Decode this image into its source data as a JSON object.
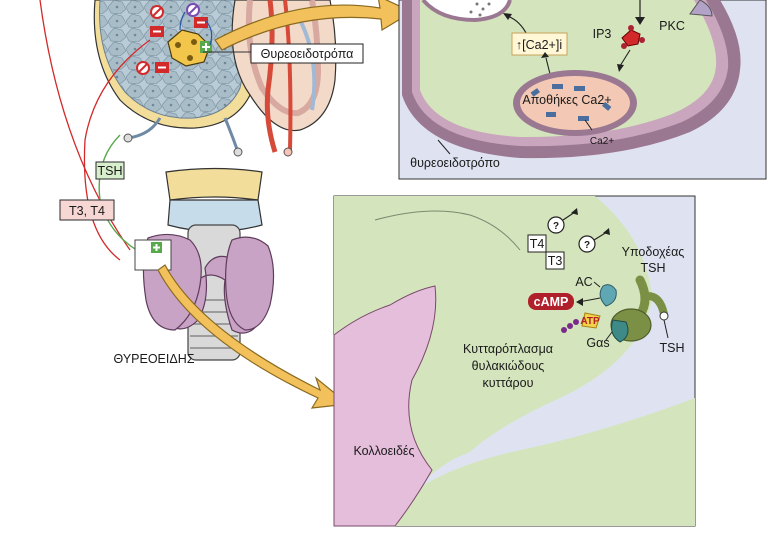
{
  "labels": {
    "thyrotroph_callout": "Θυρεοειδοτρόπα",
    "tsh_tag": "TSH",
    "t3_t4_tag": "T3, T4",
    "thyroid_label": "ΘΥΡΕΟΕΙΔΗΣ",
    "ca_intracellular": "↑[Ca2+]i",
    "ip3": "IP3",
    "pkc": "PKC",
    "stores": "Αποθήκες Ca2+",
    "ca_small": "Ca2+",
    "thyrotroph_cell": "θυρεοειδοτρόπο",
    "t4_box": "T4",
    "t3_box": "T3",
    "question": "?",
    "tsh_receptor": "Υποδοχέας TSH",
    "ac": "AC",
    "camp": "cAMP",
    "atp": "ATP",
    "gas": "Gαs",
    "tsh_ligand": "TSH",
    "cytoplasm": "Κυτταρόπλασμα θυλακιώδους κυττάρου",
    "colloid": "Κολλοειδές"
  },
  "colors": {
    "panel_bg": "#dfe3f1",
    "cell_green": "#d4e4bc",
    "colloid_pink": "#e4bedb",
    "membrane": "#9b7891",
    "callout_arrow": "#f2c15b",
    "stimulatory_green": "#58a84c",
    "inhibitory_red": "#d22a2a",
    "camp_red": "#b0202b",
    "receptor_green": "#7b8f45",
    "thyroid_pink": "#c9a3c6",
    "cartilage_blue": "#c7dcea"
  }
}
